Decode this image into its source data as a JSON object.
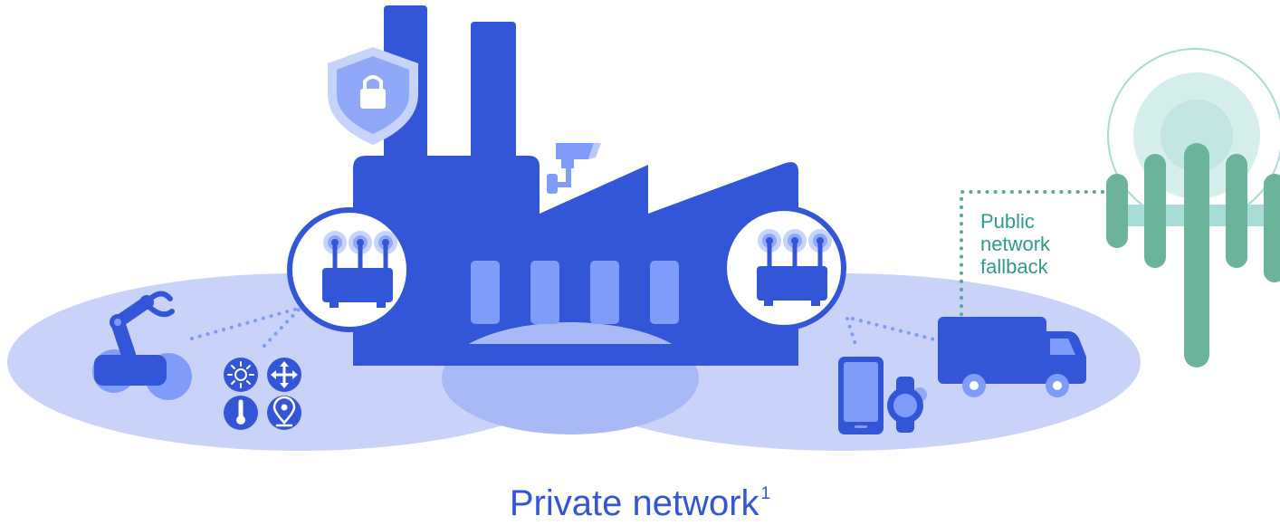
{
  "labels": {
    "public_fallback": [
      "Public",
      "network",
      "fallback"
    ],
    "private_network": "Private network",
    "private_network_footnote": "1"
  },
  "colors": {
    "factory": "#3356d8",
    "zone_fill": "#c9d3fa",
    "zone_overlap": "#a8b9f6",
    "window": "#7f9cfb",
    "tower": "#6bb39a",
    "tower_signal": "#a8dcd6",
    "dotted_line": "#7f9cfb",
    "fallback_line": "#5aa89a"
  },
  "icons": {
    "security": "shield-lock-icon",
    "camera": "security-camera-icon",
    "router": "wifi-router-icon",
    "robot": "robotic-arm-icon",
    "sensors": [
      "brightness-sensor-icon",
      "motion-sensor-icon",
      "temperature-sensor-icon",
      "location-sensor-icon"
    ],
    "phone": "smartphone-icon",
    "watch": "smartwatch-icon",
    "truck": "delivery-truck-icon",
    "tower": "cell-tower-icon"
  }
}
